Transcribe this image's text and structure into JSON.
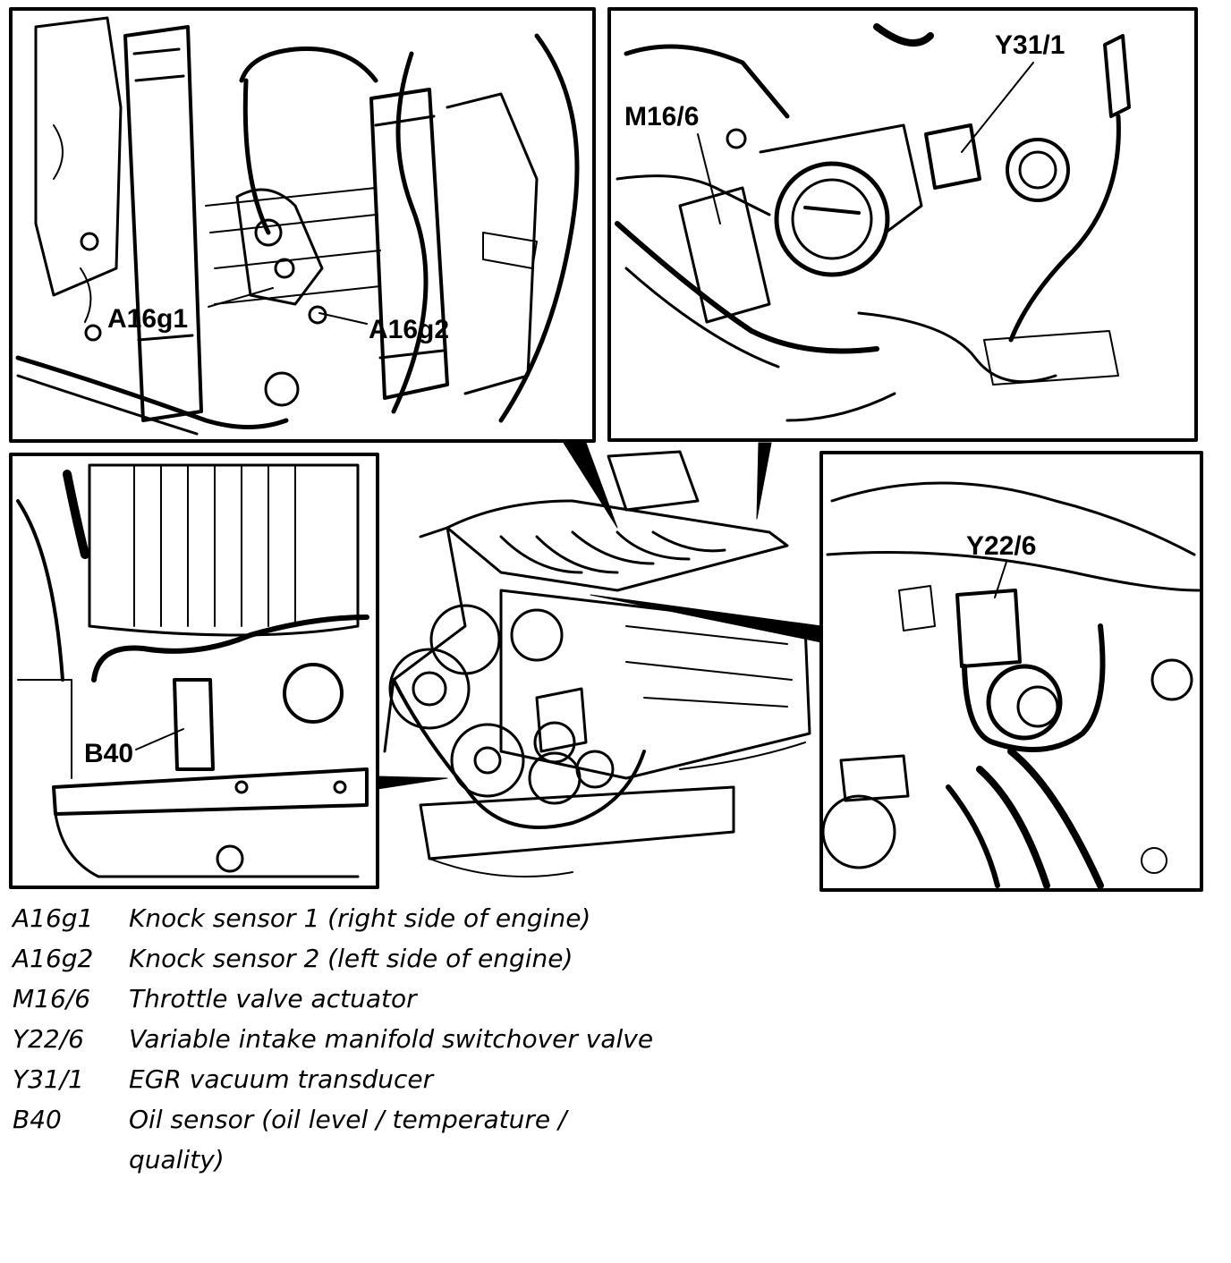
{
  "callouts": {
    "a16g1": "A16g1",
    "a16g2": "A16g2",
    "m16_6": "M16/6",
    "y31_1": "Y31/1",
    "b40": "B40",
    "y22_6": "Y22/6"
  },
  "legend": [
    {
      "code": "A16g1",
      "description": "Knock sensor 1 (right side of engine)"
    },
    {
      "code": "A16g2",
      "description": "Knock sensor 2 (left side of engine)"
    },
    {
      "code": "M16/6",
      "description": "Throttle valve actuator"
    },
    {
      "code": "Y22/6",
      "description": "Variable intake manifold switchover valve"
    },
    {
      "code": "Y31/1",
      "description": "EGR vacuum transducer"
    },
    {
      "code": "B40",
      "description": "Oil sensor (oil level / temperature / quality)"
    }
  ]
}
